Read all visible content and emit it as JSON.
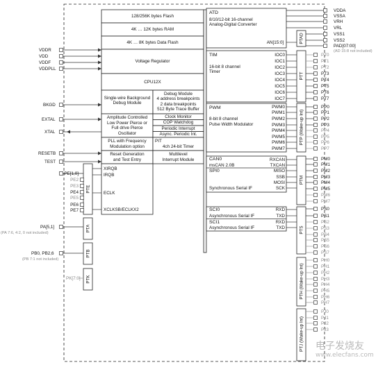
{
  "core": {
    "flash": "128/256K bytes Flash",
    "ram": "4K … 12K bytes RAM",
    "data_flash": "4K … 8K bytes Data Flash",
    "vreg": "Voltage Regulator",
    "cpu": "CPU12X",
    "bdm": [
      "Single-wire Background",
      "Debug Module"
    ],
    "debug": [
      "Debug Module",
      "4 address breakpoints",
      "2 data breakpoints",
      "512 Byte Trace Buffer"
    ],
    "amp": [
      "Amplitude Controlled",
      "Low Power Pierce or",
      "Full drive Pierce",
      "Oscillator"
    ],
    "clock_monitor": "Clock Monitor",
    "cop": "COP Watchdog",
    "pit_int": "Periodic Interrupt",
    "async_pit": "Async. Periodic Int.",
    "pll": [
      "PLL with Frequency",
      "Modulation option"
    ],
    "pit": [
      "PIT",
      "4ch 24-bit Timer"
    ],
    "reset": [
      "Reset Generation",
      "and Test Entry"
    ],
    "mi": [
      "Multilevel",
      "Interrupt Module"
    ],
    "pe_signals": [
      "XIRQB",
      "IRQB",
      "ECLK",
      "XCLKSB/ECLKX2"
    ]
  },
  "left_pins": {
    "power": [
      "VDDR",
      "VDD",
      "VDDF",
      "VDDPLL"
    ],
    "bkgd": "BKGD",
    "extal": "EXTAL",
    "xtal": "XTAL",
    "resetb": "RESETB",
    "test": "TEST",
    "pe": [
      "PE[1,0]",
      "PE2",
      "PE3",
      "PE4",
      "PE5",
      "PE6",
      "PE7"
    ],
    "pa": "PA[5,1]",
    "pa_note": "(PA 7:6, 4:2, 0 not included)",
    "pb": "PB0, PB2,6",
    "pb_note": "(PB 7:1 not included)",
    "pk": "PK[7:0]",
    "port_pte": "PTE",
    "port_pta": "PTA",
    "port_ptb": "PTB",
    "port_ptk": "PTK"
  },
  "atd": {
    "name": "ATD",
    "desc": [
      "8/10/12-bit 16-channel",
      "Analog-Digital Converter"
    ],
    "an": "AN[15:0]",
    "port": "PTAD",
    "pins": [
      "VDDA",
      "VSSA",
      "VRH",
      "VRL",
      "VSS1",
      "VSS2",
      "PAD[07:00]"
    ],
    "note": "(AD 15:8 not included)"
  },
  "tim": {
    "name": "TIM",
    "desc": [
      "16-bit 8 channel",
      "Timer"
    ],
    "signals": [
      "IOC0",
      "IOC1",
      "IOC2",
      "IOC3",
      "IOC4",
      "IOC5",
      "IOC6",
      "IOC7"
    ],
    "port": "PTT",
    "pins": [
      "PT0",
      "PT1",
      "PT2",
      "PT3",
      "PT4",
      "PT5",
      "PT6",
      "PT7"
    ]
  },
  "pwm": {
    "name": "PWM",
    "desc": [
      "8-bit 8 channel",
      "Pulse Width Modulator"
    ],
    "signals": [
      "PWM0",
      "PWM1",
      "PWM2",
      "PWM3",
      "PWM4",
      "PWM5",
      "PWM6",
      "PWM7"
    ],
    "port": "PTP (Wake-up Int)",
    "pins": [
      "PP0",
      "PP1",
      "PP2",
      "PP3",
      "PP4",
      "PP5",
      "PP6",
      "PP7"
    ]
  },
  "can": {
    "name": "CAN0",
    "desc": "msCAN 2.0B",
    "signals": [
      "RXCAN",
      "TXCAN"
    ]
  },
  "spi": {
    "name": "SPI0",
    "desc": "Synchronous Serial IF",
    "signals": [
      "MISO",
      "SSB",
      "MOSI",
      "SCK"
    ],
    "port": "PTM",
    "pins": [
      "PM0",
      "PM1",
      "PM2",
      "PM3",
      "PM4",
      "PM5",
      "PM6",
      "PM7"
    ]
  },
  "sci": {
    "sci0": "SCI0",
    "sci1": "SCI1",
    "desc": "Asynchronous Serial IF",
    "signals": [
      "RXD",
      "TXD",
      "RXD",
      "TXD"
    ],
    "port": "PTS",
    "pins": [
      "PS0",
      "PS1",
      "PS2",
      "PS3",
      "PS4",
      "PS5",
      "PS6",
      "PS7"
    ]
  },
  "pth": {
    "port": "PTH (Wake-up Int)",
    "pins": [
      "PH0",
      "PH1",
      "PH2",
      "PH3",
      "PH4",
      "PH5",
      "PH6",
      "PH7"
    ]
  },
  "ptj": {
    "port": "PTJ (Wake-up Int)",
    "pins": [
      "PJ0",
      "PJ1",
      "PJ2",
      "PJ3"
    ]
  },
  "watermark": {
    "cn": "电子发烧友",
    "url": "www.elecfans.com"
  }
}
